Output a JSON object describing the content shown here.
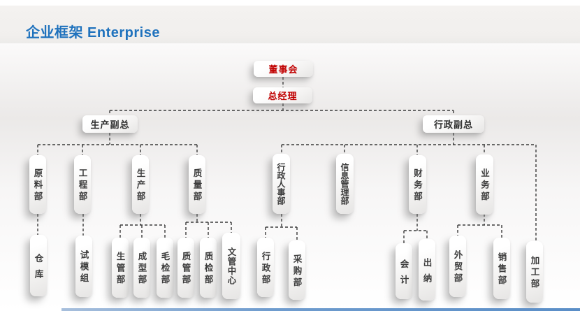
{
  "page": {
    "title": "企业框架 Enterprise"
  },
  "colors": {
    "title_blue": "#1f72bd",
    "top_node_red": "#c00000",
    "node_text": "#3c3c3c",
    "connector": "#3a3a3a",
    "bottom_bar_blue": "#5a8ec7"
  },
  "nodes": {
    "board": "董事会",
    "gm": "总经理",
    "prod_vp": "生产副总",
    "admin_vp": "行政副总",
    "raw_material": "原料部",
    "engineering": "工程部",
    "production": "生产部",
    "quality": "质量部",
    "admin_hr": "行政人事部",
    "info_mgmt": "信息管理部",
    "finance": "财务部",
    "business": "业务部",
    "warehouse": "仓库",
    "trial_mold": "试模组",
    "prod_mgmt": "生管部",
    "molding": "成型部",
    "rough_inspect": "毛检部",
    "quality_mgmt": "质管部",
    "quality_inspect": "质检部",
    "doc_center": "文管中心",
    "admin_dept": "行政部",
    "purchasing": "采购部",
    "accounting": "会计",
    "cashier": "出纳",
    "foreign_trade": "外贸部",
    "sales": "销售部",
    "processing": "加工部"
  }
}
